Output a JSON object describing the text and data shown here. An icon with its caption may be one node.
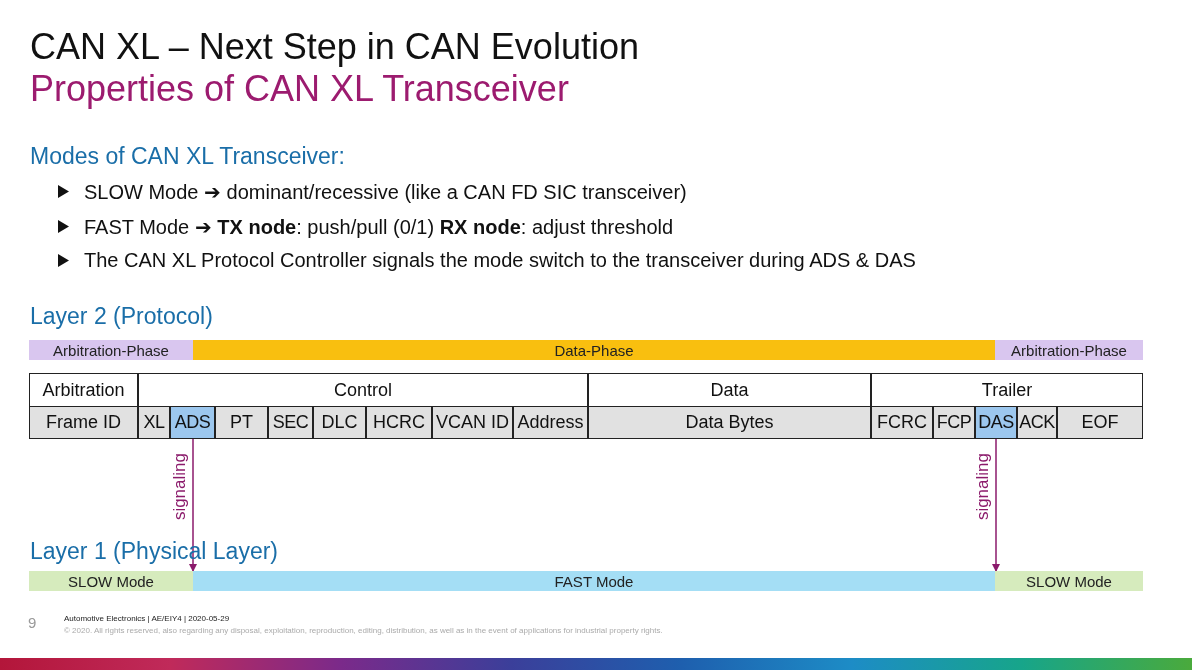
{
  "diagram": {
    "title": "CAN XL – Next Step in CAN Evolution",
    "nodes": [
      {
        "text": [
          "Arbitration-Phase"
        ]
      },
      {
        "text": [
          "Data-Phase"
        ]
      },
      {
        "text": [
          "Arbitration-Phase"
        ]
      },
      {
        "text": [
          "Arbitration"
        ]
      },
      {
        "text": [
          "Control"
        ]
      },
      {
        "text": [
          "Data"
        ]
      },
      {
        "text": [
          "Trailer"
        ]
      },
      {
        "text": [
          "Frame ID"
        ]
      },
      {
        "text": [
          "XL"
        ]
      },
      {
        "text": [
          "ADS"
        ]
      },
      {
        "text": [
          "PT"
        ]
      },
      {
        "text": [
          "SEC"
        ]
      },
      {
        "text": [
          "DLC"
        ]
      },
      {
        "text": [
          "HCRC"
        ]
      },
      {
        "text": [
          "VCAN ID"
        ]
      },
      {
        "text": [
          "Address"
        ]
      },
      {
        "text": [
          "Data Bytes"
        ]
      },
      {
        "text": [
          "FCRC"
        ]
      },
      {
        "text": [
          "FCP"
        ]
      },
      {
        "text": [
          "DAS"
        ]
      },
      {
        "text": [
          "ACK"
        ]
      },
      {
        "text": [
          "EOF"
        ]
      },
      {
        "text": [
          "SLOW Mode"
        ]
      },
      {
        "text": [
          "FAST Mode"
        ]
      },
      {
        "text": [
          "SLOW Mode"
        ]
      }
    ],
    "edges": [
      {
        "from": 9,
        "to": 23,
        "arrow": "to",
        "label": "signaling"
      },
      {
        "from": 19,
        "to": 24,
        "arrow": "to",
        "label": "signaling"
      }
    ],
    "labels": [
      "Properties of CAN XL Transceiver",
      "Modes of CAN XL Transceiver:",
      "SLOW Mode ➔ dominant/recessive (like a CAN FD SIC transceiver)",
      "FAST Mode ➔ **TX node**: push/pull (0/1) **RX node**: adjust threshold",
      "The CAN XL Protocol Controller signals the mode switch to the transceiver during ADS & DAS",
      "Layer 2 (Protocol)",
      "Layer 1 (Physical Layer)",
      "9",
      "Automotive Electronics | AE/EIY4 | 2020-05-29",
      "© 2020. All rights reserved, also regarding any disposal, exploitation, reproduction, editing, distribution, as well as in the event of applications for industrial property rights."
    ]
  }
}
